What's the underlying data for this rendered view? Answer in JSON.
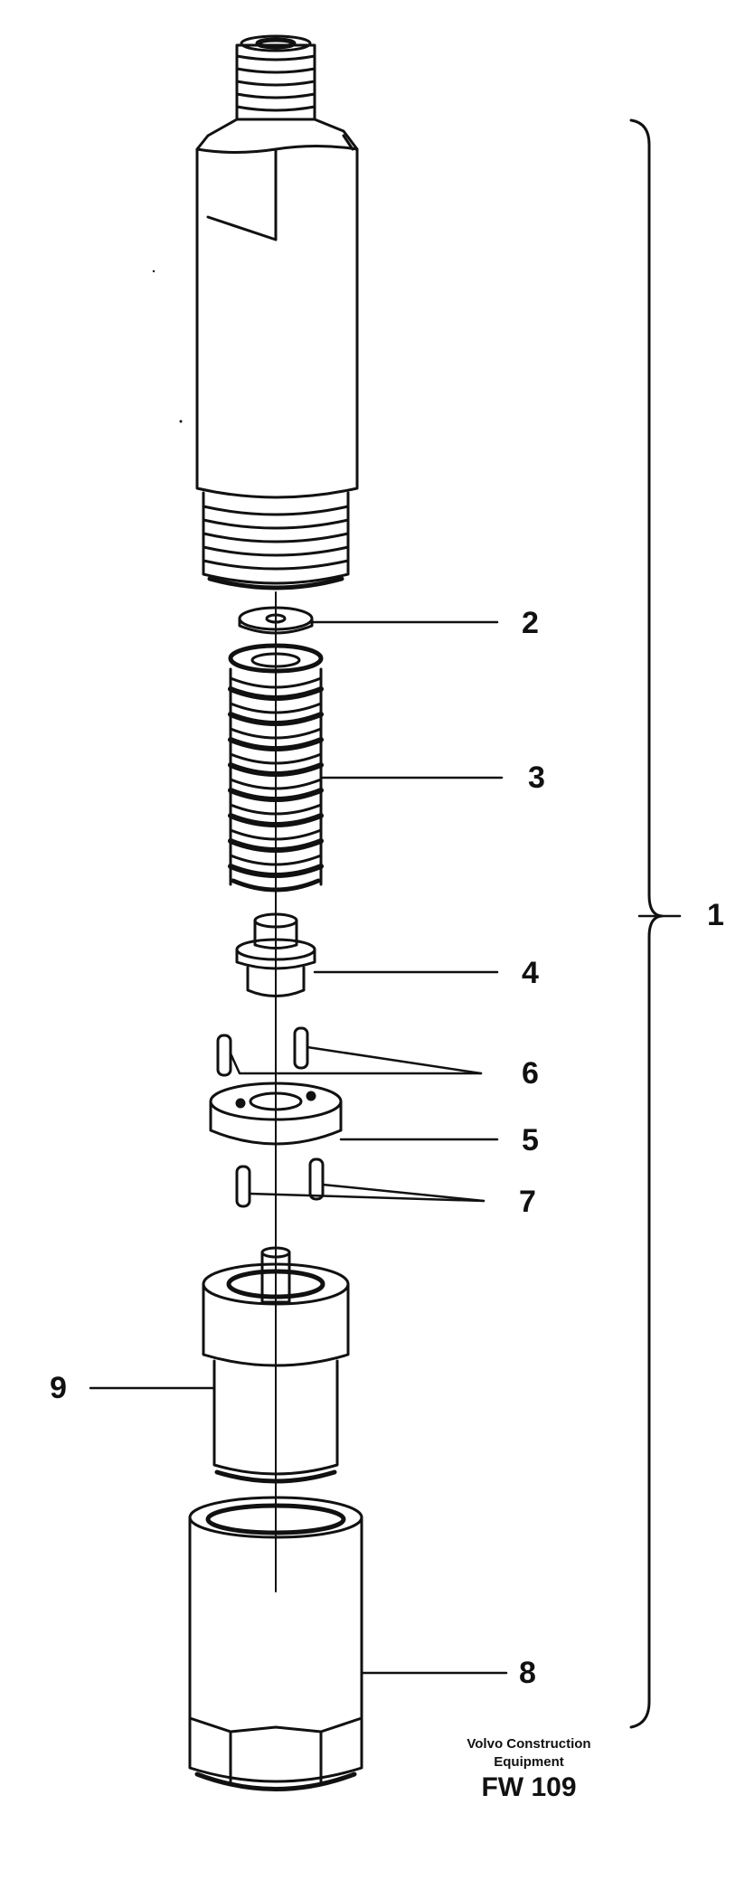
{
  "callouts": {
    "c1": "1",
    "c2": "2",
    "c3": "3",
    "c4": "4",
    "c5": "5",
    "c6": "6",
    "c7": "7",
    "c8": "8",
    "c9": "9"
  },
  "footer": {
    "maker_line1": "Volvo Construction",
    "maker_line2": "Equipment",
    "code": "FW 109"
  },
  "colors": {
    "ink": "#111111",
    "paper": "#ffffff"
  }
}
